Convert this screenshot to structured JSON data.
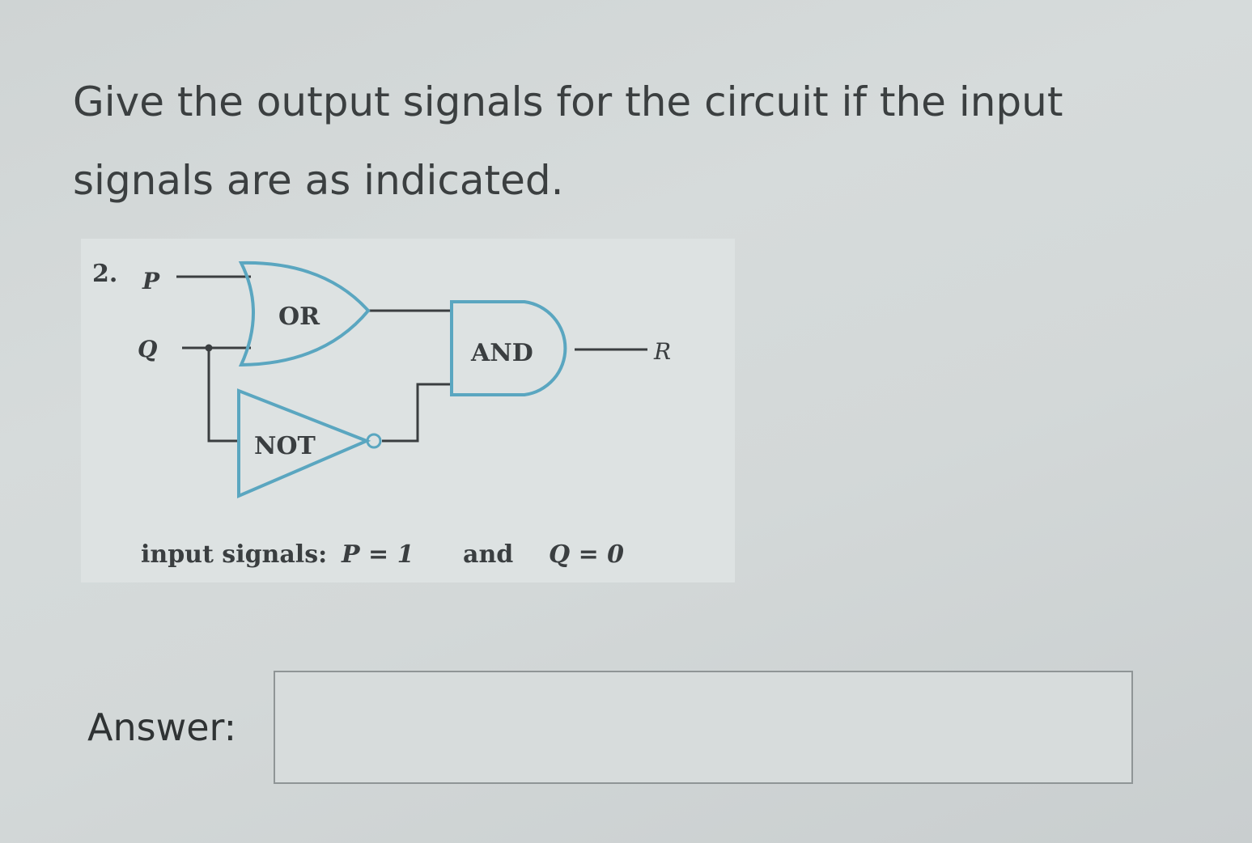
{
  "question": {
    "text": "Give the output signals for the circuit if the input signals are as indicated."
  },
  "figure": {
    "problem_number": "2.",
    "input_p": "P",
    "input_q": "Q",
    "output_r": "R",
    "gates": {
      "or": "OR",
      "and": "AND",
      "not": "NOT"
    },
    "caption": {
      "prefix": "input signals:",
      "p_eq": "P = 1",
      "conj": "and",
      "q_eq": "Q = 0"
    },
    "colors": {
      "gate_outline": "#5aa6c0",
      "wire": "#3a3e40"
    }
  },
  "answer": {
    "label": "Answer:",
    "value": "",
    "placeholder": ""
  }
}
